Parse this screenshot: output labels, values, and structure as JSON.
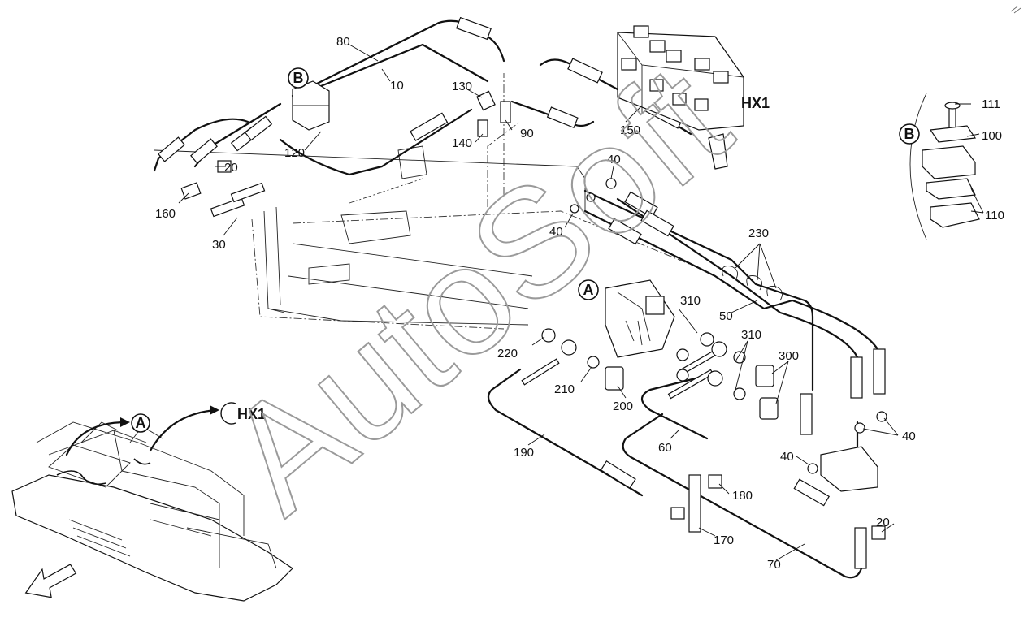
{
  "watermark": "AutoSoft",
  "view_markers": {
    "detail_a": "A",
    "detail_b": "B",
    "hx1": "HX1"
  },
  "overview": {
    "marker_a": "A",
    "marker_hx1": "HX1"
  },
  "callouts": {
    "c10": "10",
    "c20a": "20",
    "c20b": "20",
    "c30": "30",
    "c40a": "40",
    "c40b": "40",
    "c40c": "40",
    "c40d": "40",
    "c50": "50",
    "c60": "60",
    "c70": "70",
    "c80": "80",
    "c90": "90",
    "c100": "100",
    "c110": "110",
    "c111": "111",
    "c120": "120",
    "c130": "130",
    "c140": "140",
    "c150": "150",
    "c160": "160",
    "c170": "170",
    "c180": "180",
    "c190": "190",
    "c200": "200",
    "c210": "210",
    "c220": "220",
    "c230": "230",
    "c300": "300",
    "c310a": "310",
    "c310b": "310"
  }
}
